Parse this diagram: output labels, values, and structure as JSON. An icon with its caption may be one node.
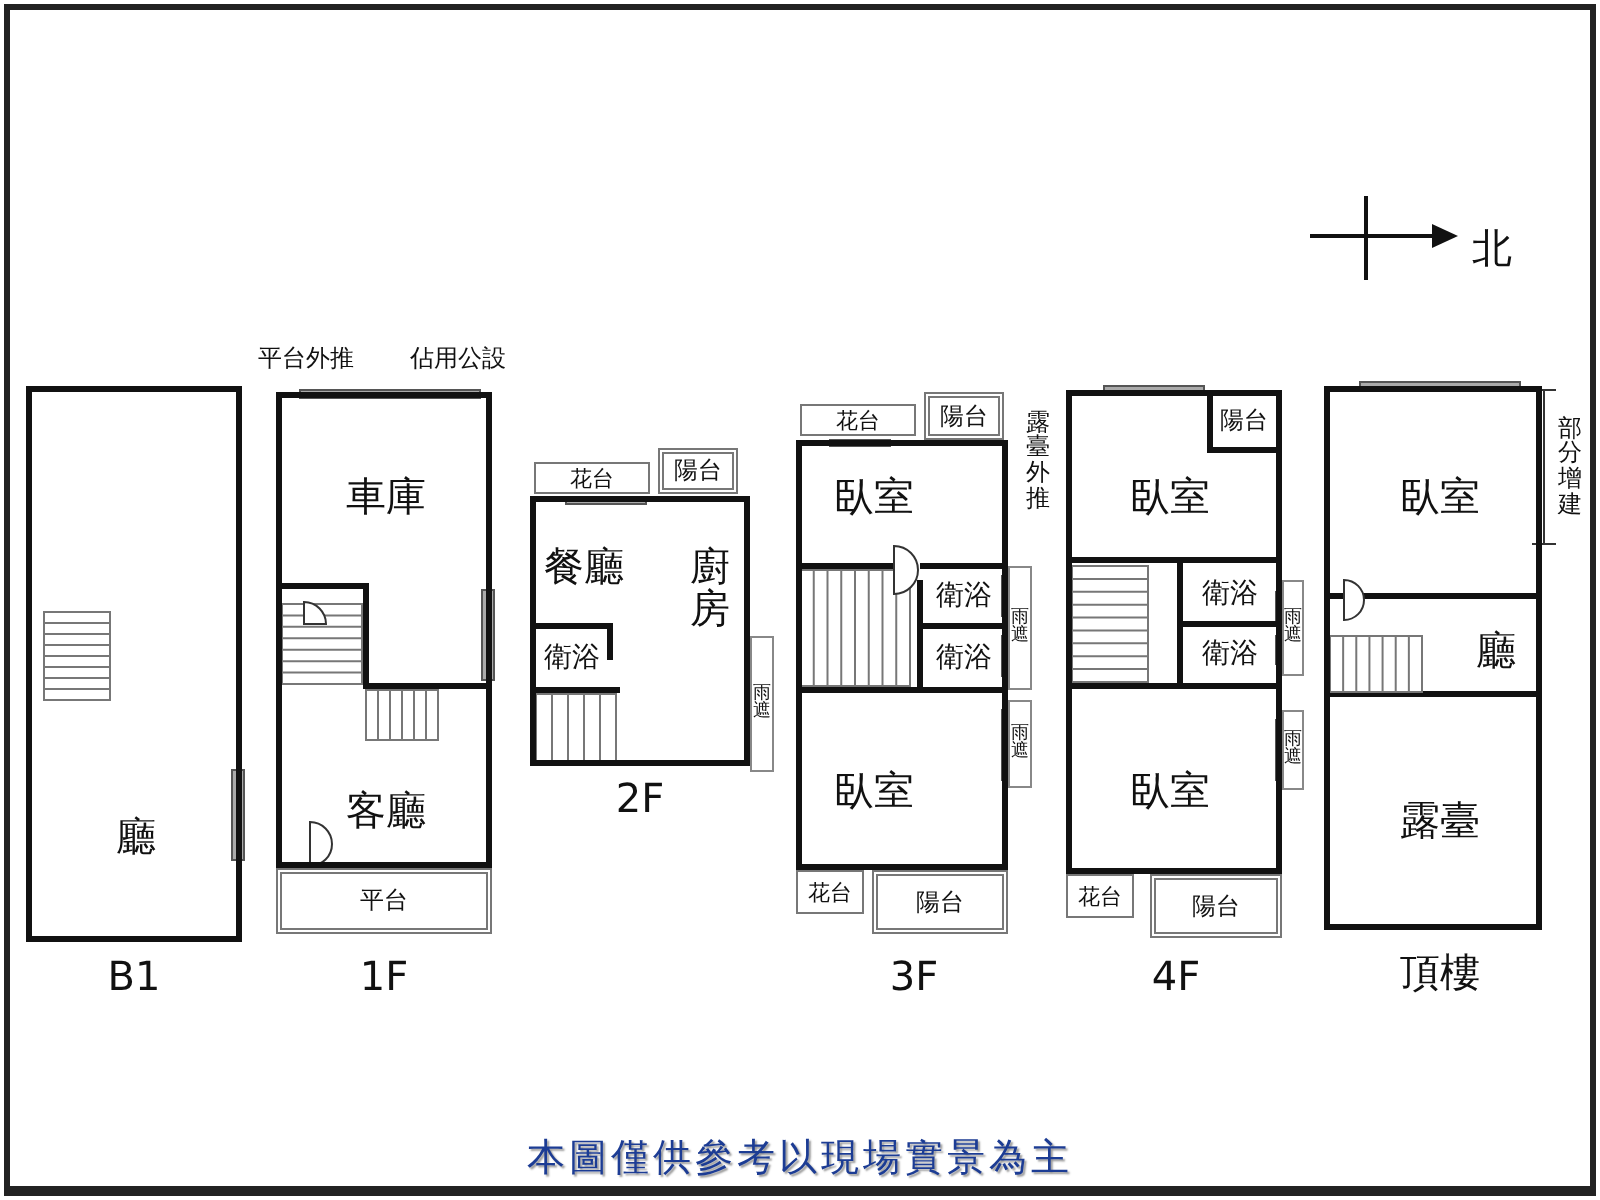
{
  "diagram": {
    "nodes": [
      {
        "text": [],
        "shape": "box"
      },
      {
        "text": [
          "廳"
        ],
        "in": 0
      },
      {
        "text": [],
        "shape": "box"
      },
      {
        "text": [
          "車庫"
        ],
        "in": 2
      },
      {
        "text": [
          "客廳"
        ],
        "in": 2
      },
      {
        "text": [
          "平台"
        ]
      },
      {
        "text": [],
        "shape": "box"
      },
      {
        "text": [
          "花台"
        ]
      },
      {
        "text": [
          "陽台"
        ]
      },
      {
        "text": [
          "餐廳"
        ],
        "in": 6
      },
      {
        "text": [
          "廚房"
        ],
        "in": 6
      },
      {
        "text": [
          "衛浴"
        ],
        "in": 6
      },
      {
        "text": [
          "雨遮"
        ]
      },
      {
        "text": [],
        "shape": "box"
      },
      {
        "text": [
          "花台"
        ]
      },
      {
        "text": [
          "陽台"
        ]
      },
      {
        "text": [
          "臥室"
        ],
        "in": 13
      },
      {
        "text": [
          "衛浴"
        ],
        "in": 13
      },
      {
        "text": [
          "衛浴"
        ],
        "in": 13
      },
      {
        "text": [
          "雨遮"
        ]
      },
      {
        "text": [
          "雨遮"
        ]
      },
      {
        "text": [
          "臥室"
        ],
        "in": 13
      },
      {
        "text": [
          "花台"
        ]
      },
      {
        "text": [
          "陽台"
        ]
      },
      {
        "text": [],
        "shape": "box"
      },
      {
        "text": [
          "臥室"
        ],
        "in": 24
      },
      {
        "text": [
          "陽台"
        ],
        "in": 24
      },
      {
        "text": [
          "衛浴"
        ],
        "in": 24
      },
      {
        "text": [
          "衛浴"
        ],
        "in": 24
      },
      {
        "text": [
          "雨遮"
        ]
      },
      {
        "text": [
          "雨遮"
        ]
      },
      {
        "text": [
          "臥室"
        ],
        "in": 24
      },
      {
        "text": [
          "花台"
        ]
      },
      {
        "text": [
          "陽台"
        ]
      },
      {
        "text": [],
        "shape": "box"
      },
      {
        "text": [
          "臥室"
        ],
        "in": 34
      },
      {
        "text": [
          "廳"
        ],
        "in": 34
      },
      {
        "text": [
          "露臺"
        ],
        "in": 34
      }
    ],
    "labels": [
      "平台外推",
      "佔用公設",
      "露臺外推",
      "部分增建",
      "北",
      "B1",
      "1F",
      "2F",
      "3F",
      "4F",
      "頂樓",
      "本圖僅供參考以現場實景為主"
    ]
  }
}
